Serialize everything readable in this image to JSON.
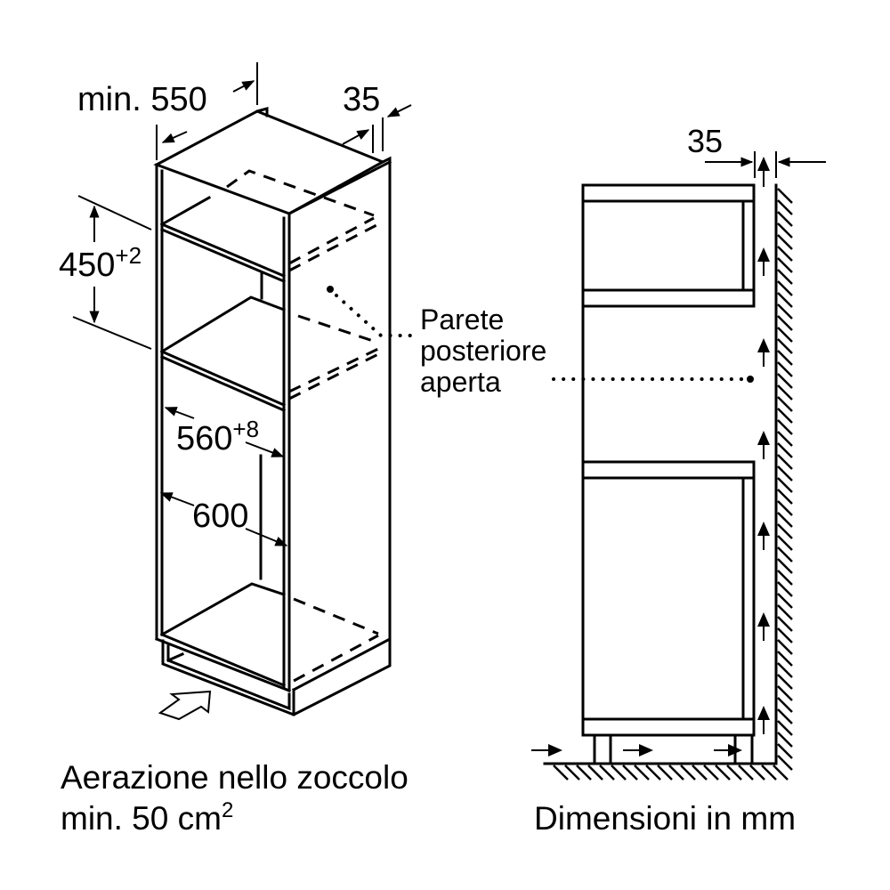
{
  "diagram": {
    "title": "Oven installation cabinet dimensions",
    "left_view": {
      "dimensions": {
        "depth": "min. 550",
        "rear_gap": "35",
        "niche_height": "450",
        "niche_height_tol": "+2",
        "niche_width": "560",
        "niche_width_tol": "+8",
        "cabinet_width": "600"
      },
      "caption_line1": "Aerazione nello zoccolo",
      "caption_line2": "min. 50 cm",
      "caption_line2_sup": "2"
    },
    "callout": {
      "line1": "Parete",
      "line2": "posteriore",
      "line3": "aperta"
    },
    "right_view": {
      "gap": "35",
      "caption": "Dimensioni in mm"
    },
    "colors": {
      "ink": "#000000",
      "background": "#ffffff"
    }
  }
}
